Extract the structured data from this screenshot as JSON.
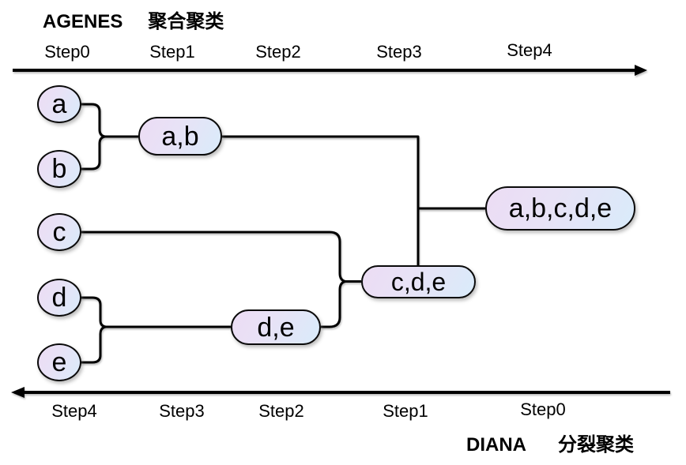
{
  "diagram": {
    "agnes": {
      "name": "AGENES",
      "method": "聚合聚类",
      "direction": "left-to-right",
      "steps": [
        "Step0",
        "Step1",
        "Step2",
        "Step3",
        "Step4"
      ]
    },
    "diana": {
      "name": "DIANA",
      "method": "分裂聚类",
      "direction": "right-to-left",
      "steps": [
        "Step4",
        "Step3",
        "Step2",
        "Step1",
        "Step0"
      ]
    },
    "nodes": {
      "a": "a",
      "b": "b",
      "c": "c",
      "d": "d",
      "e": "e",
      "ab": "a,b",
      "de": "d,e",
      "cde": "c,d,e",
      "abcde": "a,b,c,d,e"
    },
    "colors": {
      "node_gradient_start": "#ecdcf4",
      "node_gradient_mid": "#e8e2f6",
      "node_gradient_end": "#d9ebfa",
      "stroke": "#000000",
      "text": "#000000",
      "background": "#ffffff"
    }
  }
}
